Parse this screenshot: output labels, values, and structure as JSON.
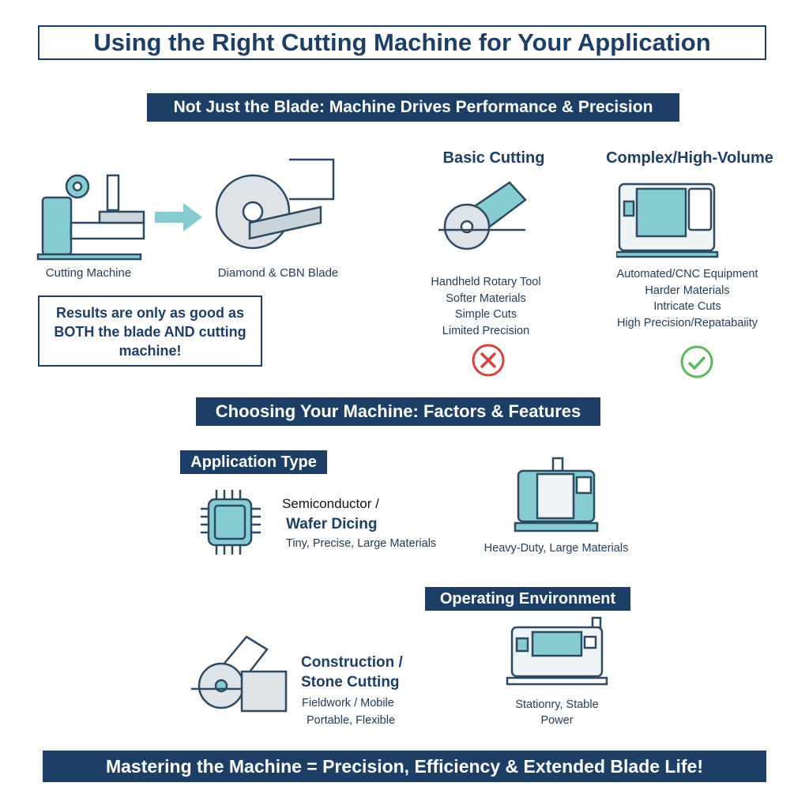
{
  "title": "Using the Right Cutting Machine for Your Application",
  "section1": {
    "heading": "Not Just the Blade: Machine Drives Performance & Precision",
    "cutting_machine_label": "Cutting Machine",
    "blade_label": "Diamond & CBN Blade",
    "callout": "Results are only as good as BOTH the blade AND cutting machine!",
    "basic": {
      "heading": "Basic Cutting",
      "lines": [
        "Handheld Rotary Tool",
        "Softer Materials",
        "Simple Cuts",
        "Limited Precision"
      ],
      "status_icon": "x-circle-icon"
    },
    "complex": {
      "heading": "Complex/High-Volume",
      "lines": [
        "Automated/CNC Equipment",
        "Harder Materials",
        "Intricate Cuts",
        "High Precision/Repatabaiity"
      ],
      "status_icon": "check-circle-icon"
    }
  },
  "section2": {
    "heading": "Choosing Your Machine: Factors & Features",
    "application_type": {
      "heading": "Application Type",
      "semiconductor": {
        "title1": "Semiconductor /",
        "title2": "Wafer Dicing",
        "desc": "Tiny, Precise, Large Materials"
      },
      "heavy_duty": {
        "desc": "Heavy-Duty, Large Materials"
      }
    },
    "operating_environment": {
      "heading": "Operating Environment",
      "construction": {
        "title1": "Construction /",
        "title2": "Stone Cutting",
        "desc1": "Fieldwork / Mobile",
        "desc2": "Portable, Flexible"
      },
      "stationary": {
        "desc1": "Stationry, Stable",
        "desc2": "Power"
      }
    }
  },
  "footer": "Mastering the Machine = Precision, Efficiency & Extended Blade Life!",
  "colors": {
    "navy": "#1d3f66",
    "teal": "#86ccd2",
    "red": "#d9423c",
    "green": "#5cb85c"
  }
}
